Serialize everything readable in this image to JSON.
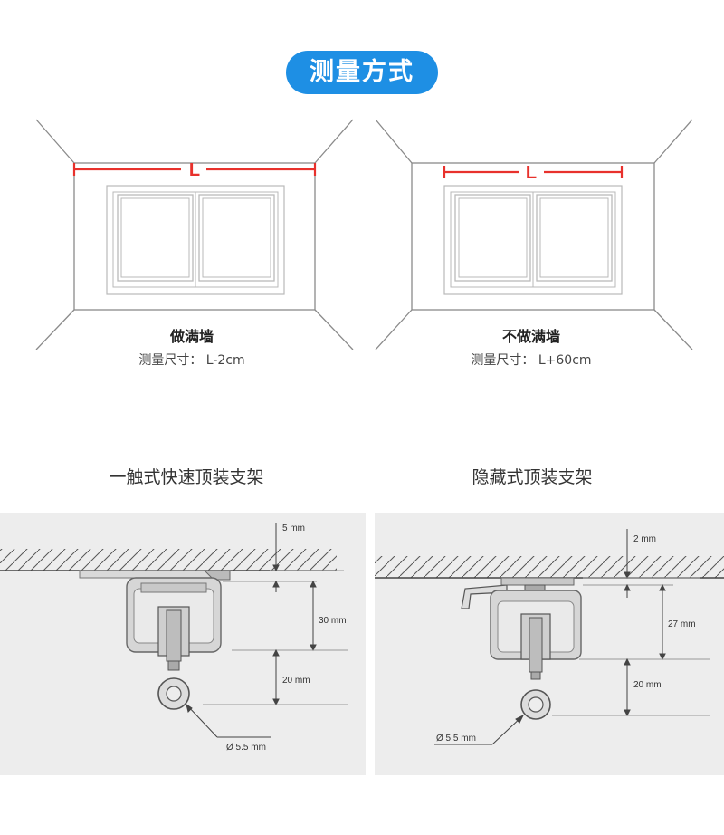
{
  "header": {
    "title": "测量方式"
  },
  "measurement": {
    "left": {
      "label_L": "L",
      "title": "做满墙",
      "size_text": "测量尺寸：  L-2cm"
    },
    "right": {
      "label_L": "L",
      "title": "不做满墙",
      "size_text": "测量尺寸：  L+60cm"
    }
  },
  "brackets": {
    "left": {
      "title": "一触式快速顶装支架",
      "dim_top": "5 mm",
      "dim_mid": "30 mm",
      "dim_low": "20 mm",
      "dim_hole": "Ø 5.5 mm"
    },
    "right": {
      "title": "隐藏式顶装支架",
      "dim_top": "2 mm",
      "dim_mid": "27 mm",
      "dim_low": "20 mm",
      "dim_hole": "Ø 5.5 mm"
    }
  },
  "colors": {
    "accent": "#1e8fe4",
    "measure_red": "#e8312c",
    "panel_bg": "#ededed"
  }
}
